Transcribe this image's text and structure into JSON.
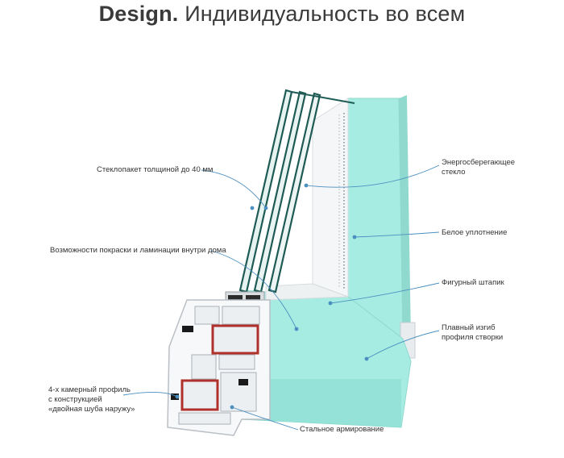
{
  "title": {
    "brand": "Design.",
    "subtitle": "Индивидуальность во всем"
  },
  "callouts": {
    "glass_unit": "Стеклопакет толщиной до 40 мм",
    "painting": "Возможности покраски и ламинации внутри дома",
    "chamber_profile": [
      "4-х камерный профиль",
      "с конструкцией",
      "«двойная шуба наружу»"
    ],
    "steel": "Стальное армирование",
    "energy_glass": [
      "Энергосберегающее",
      "стекло"
    ],
    "white_seal": "Белое уплотнение",
    "bead": "Фигурный штапик",
    "bend": [
      "Плавный изгиб",
      "профиля створки"
    ]
  },
  "colors": {
    "frame_mint": "#a6ece2",
    "frame_mint_dark": "#7fd3c7",
    "glass_edge": "#1f5b55",
    "leader_line": "#4a8fc0",
    "seal": "#1a1a1a",
    "reinforcement": "#b0302c"
  }
}
